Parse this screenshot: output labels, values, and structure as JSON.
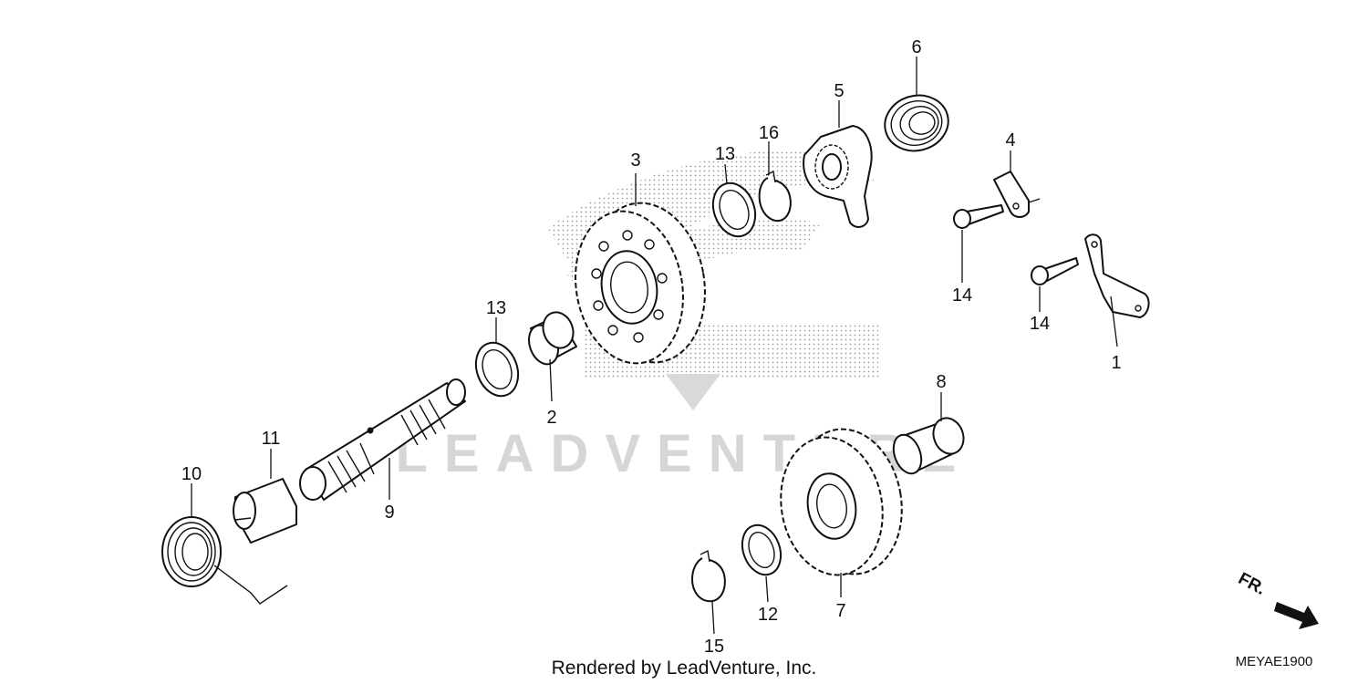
{
  "watermark": {
    "text": "LEADVENTURE"
  },
  "credit": "Rendered by LeadVenture, Inc.",
  "diagram_code": "MEYAE1900",
  "direction_label": "FR.",
  "callouts": [
    {
      "id": "c1",
      "label": "1"
    },
    {
      "id": "c2",
      "label": "2"
    },
    {
      "id": "c3",
      "label": "3"
    },
    {
      "id": "c4",
      "label": "4"
    },
    {
      "id": "c5",
      "label": "5"
    },
    {
      "id": "c6",
      "label": "6"
    },
    {
      "id": "c7",
      "label": "7"
    },
    {
      "id": "c8",
      "label": "8"
    },
    {
      "id": "c9",
      "label": "9"
    },
    {
      "id": "c10",
      "label": "10"
    },
    {
      "id": "c11",
      "label": "11"
    },
    {
      "id": "c12",
      "label": "12"
    },
    {
      "id": "c13a",
      "label": "13"
    },
    {
      "id": "c13b",
      "label": "13"
    },
    {
      "id": "c14a",
      "label": "14"
    },
    {
      "id": "c14b",
      "label": "14"
    },
    {
      "id": "c15",
      "label": "15"
    },
    {
      "id": "c16",
      "label": "16"
    }
  ]
}
